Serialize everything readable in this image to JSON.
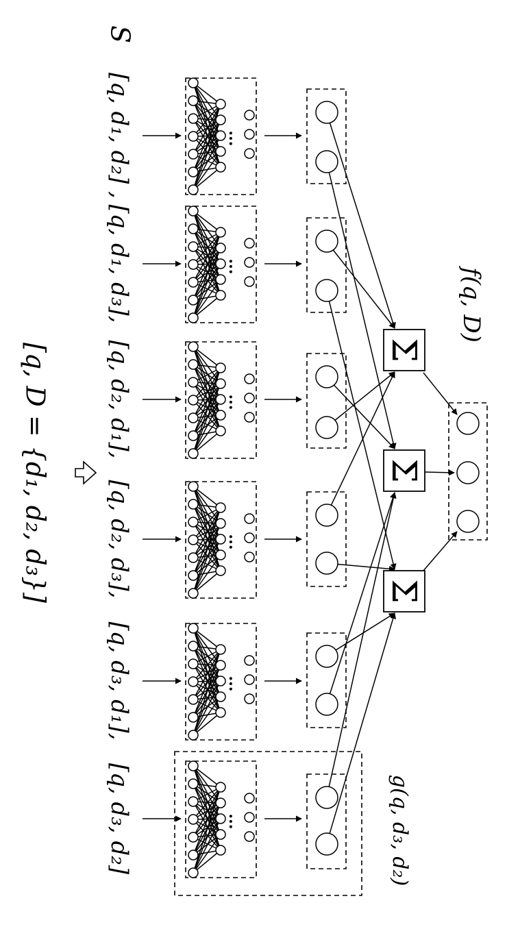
{
  "set_label": "S",
  "input_label": "[q, D = {d₁, d₂, d₃}]",
  "f_label": "f(q, D)",
  "g_label": "g(q, d₃, d₂)",
  "permutations": [
    "[q, d₁, d₂] ,",
    "[q, d₁, d₃],",
    "[q, d₂, d₁],",
    "[q, d₂, d₃],",
    "[q, d₃, d₁],",
    "[q, d₃, d₂]"
  ],
  "aggregator_symbol": "Σ",
  "ellipsis": "..."
}
